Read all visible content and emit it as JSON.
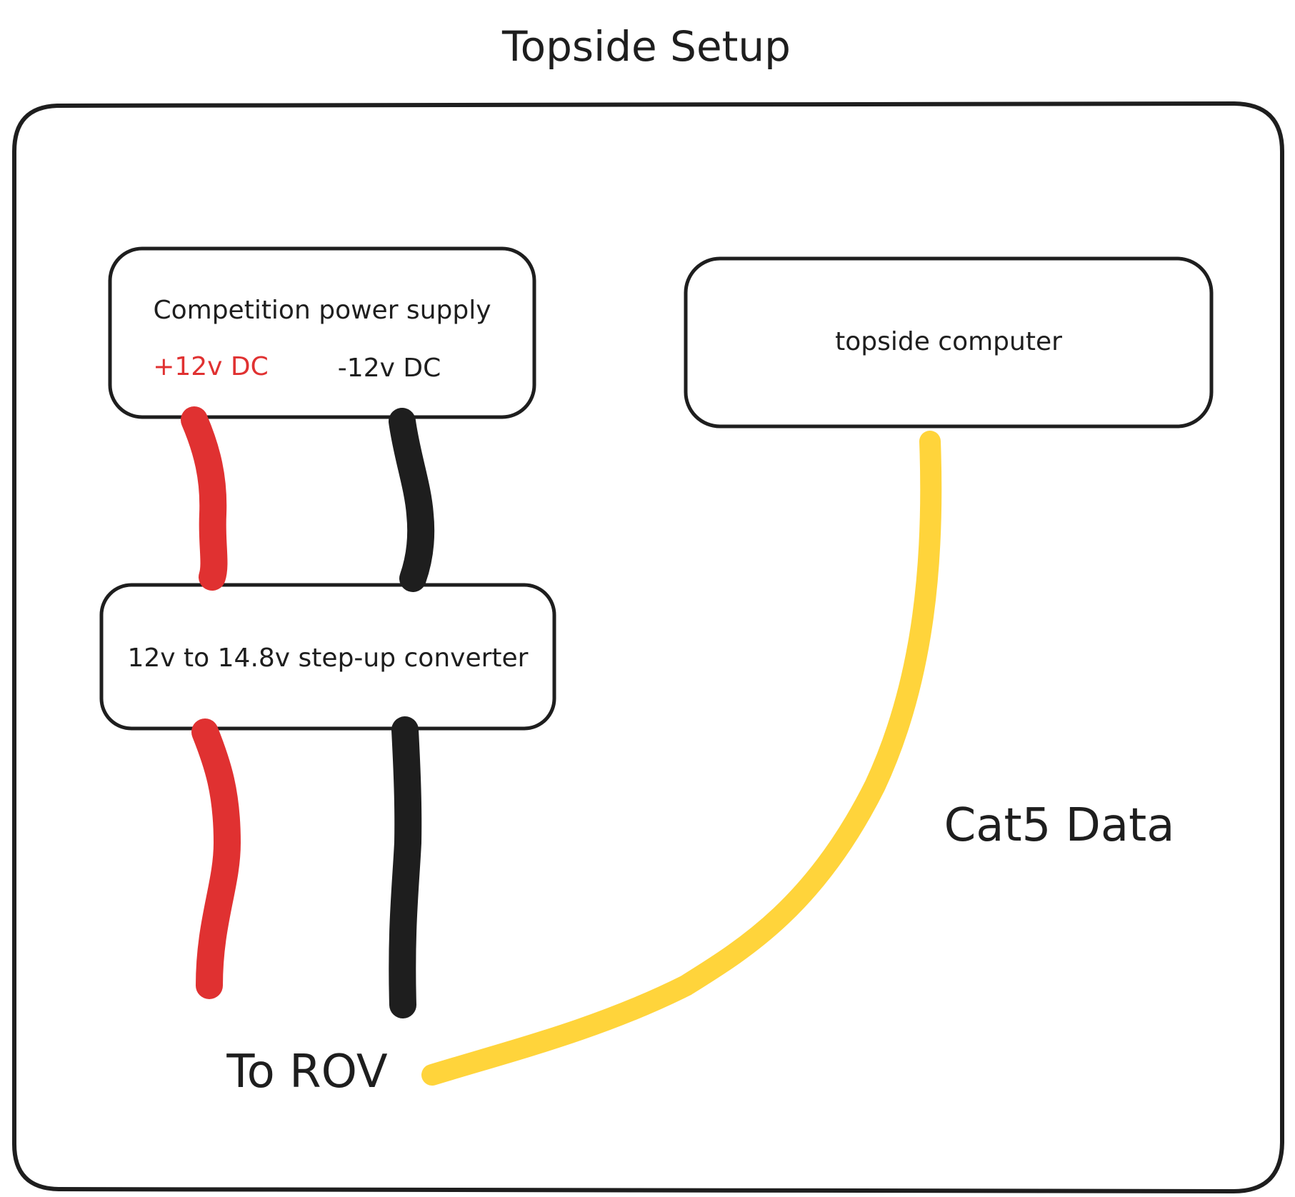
{
  "title": "Topside Setup",
  "power_supply": {
    "label": "Competition power supply",
    "positive_label": "+12v DC",
    "negative_label": "-12v DC"
  },
  "converter": {
    "label": "12v to 14.8v step-up converter"
  },
  "computer": {
    "label": "topside computer"
  },
  "to_rov_label": "To ROV",
  "data_label": "Cat5 Data",
  "colors": {
    "positive_wire": "#e03131",
    "negative_wire": "#1e1e1e",
    "data_wire": "#ffd43b",
    "ink": "#1e1e1e"
  }
}
